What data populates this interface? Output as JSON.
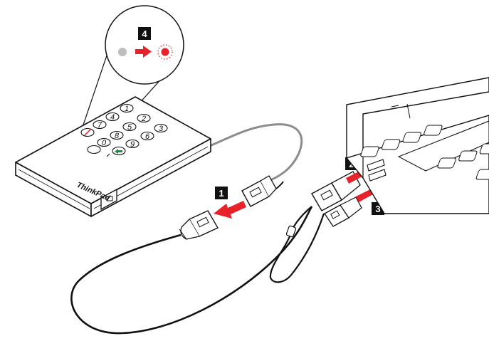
{
  "brand_label": "ThinkPad",
  "steps": [
    {
      "number": "1"
    },
    {
      "number": "2"
    },
    {
      "number": "3"
    },
    {
      "number": "4"
    }
  ],
  "keypad": {
    "keys": [
      "1",
      "2",
      "3",
      "4",
      "5",
      "6",
      "7",
      "8",
      "9",
      "0"
    ]
  },
  "colors": {
    "arrow": "#e8222a",
    "led_on": "#e8222a",
    "led_off": "#bdbdbd",
    "unlock_key": "#1a8f4a",
    "cable": "#8c8c8c"
  }
}
